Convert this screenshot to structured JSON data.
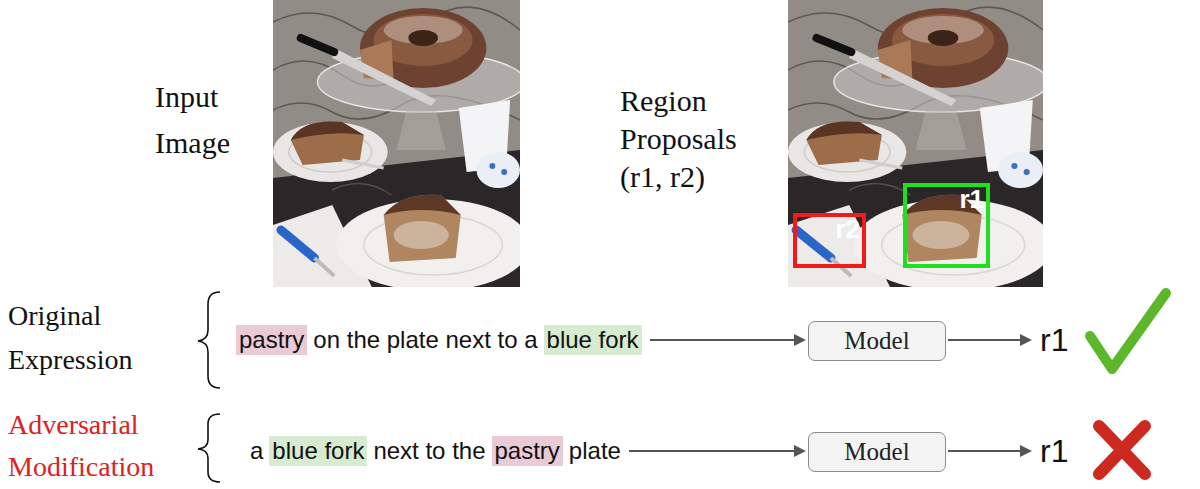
{
  "diagram": {
    "nodes": [
      {
        "text": [
          "r1"
        ]
      },
      {
        "text": [
          "r2"
        ]
      },
      {
        "text": [
          "pastry"
        ]
      },
      {
        "text": [
          "blue fork"
        ]
      },
      {
        "text": [
          "Model"
        ]
      },
      {
        "text": [
          "blue fork"
        ]
      },
      {
        "text": [
          "pastry"
        ]
      },
      {
        "text": [
          "Model"
        ]
      }
    ],
    "labels": [
      "Input Image",
      "Region Proposals (r1, r2)",
      "Original Expression",
      "on the plate next to a",
      "r1",
      "Adversarial Modification",
      "a",
      "next to the",
      "plate",
      "r1"
    ]
  }
}
